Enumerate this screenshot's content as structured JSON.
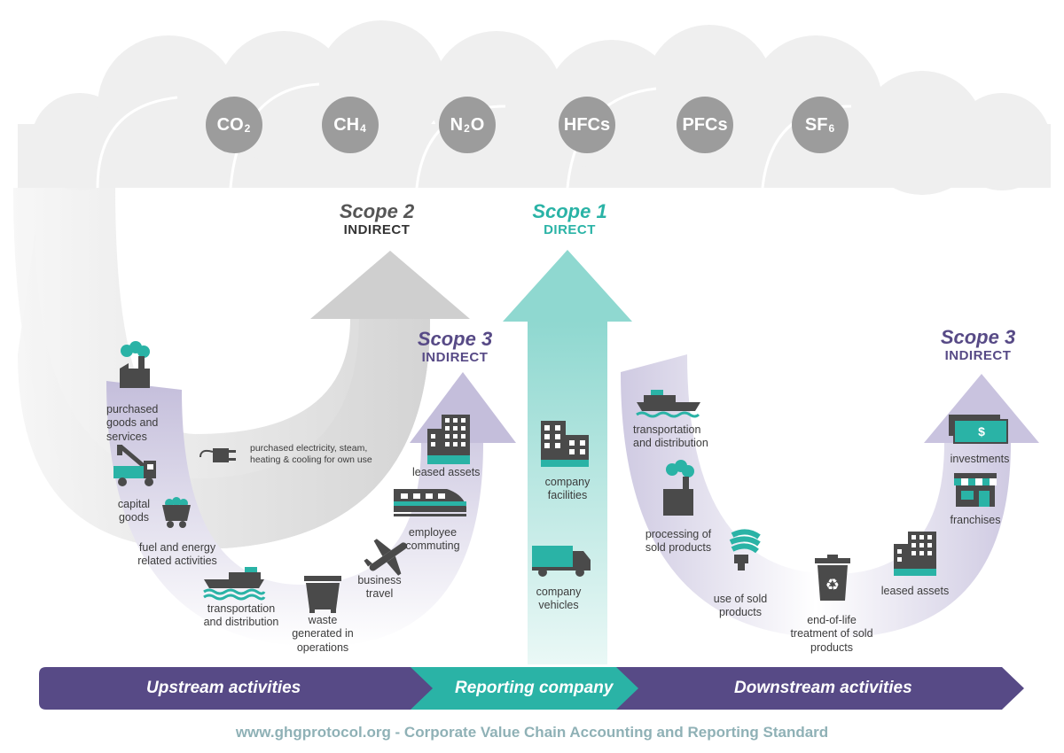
{
  "gases": [
    {
      "base": "CO",
      "sub": "2"
    },
    {
      "base": "CH",
      "sub": "4"
    },
    {
      "base": "N",
      "sub": "2",
      "tail": "O"
    },
    {
      "base": "HFCs"
    },
    {
      "base": "PFCs"
    },
    {
      "base": "SF",
      "sub": "6"
    }
  ],
  "scopes": {
    "scope2": {
      "name": "Scope 2",
      "type": "INDIRECT"
    },
    "scope1": {
      "name": "Scope 1",
      "type": "DIRECT"
    },
    "scope3_up": {
      "name": "Scope 3",
      "type": "INDIRECT"
    },
    "scope3_down": {
      "name": "Scope 3",
      "type": "INDIRECT"
    }
  },
  "upstream_items": {
    "purchased_goods": "purchased goods and services",
    "capital_goods": "capital goods",
    "fuel_energy": "fuel and energy related activities",
    "transport_up": "transportation and distribution",
    "waste": "waste generated in operations",
    "business_travel": "business travel",
    "employee_commuting": "employee commuting",
    "leased_assets_up": "leased assets",
    "purchased_electricity": "purchased electricity, steam, heating & cooling for own use"
  },
  "company_items": {
    "facilities": "company facilities",
    "vehicles": "company vehicles"
  },
  "downstream_items": {
    "transport_down": "transportation and distribution",
    "processing": "processing of sold products",
    "use_sold": "use of sold products",
    "end_of_life": "end-of-life treatment of sold products",
    "leased_assets_down": "leased assets",
    "franchises": "franchises",
    "investments": "investments",
    "investments_symbol": "$"
  },
  "band": {
    "upstream": "Upstream activities",
    "reporting": "Reporting company",
    "downstream": "Downstream activities"
  },
  "footer": "www.ghgprotocol.org - Corporate Value Chain Accounting and Reporting Standard",
  "colors": {
    "teal": "#2ab3a6",
    "purple": "#574a86",
    "cloud": "#efefef",
    "gas": "#9c9c9c",
    "icon": "#4a4a4a",
    "footer": "#8fb1b6"
  }
}
